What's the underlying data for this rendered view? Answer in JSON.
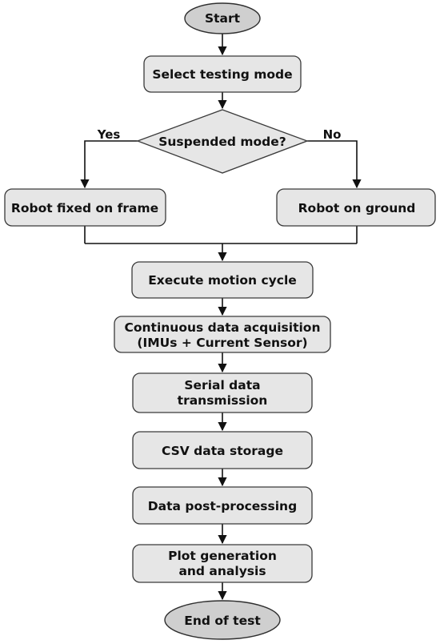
{
  "nodes": {
    "start": "Start",
    "select_mode": "Select testing mode",
    "decision": "Suspended mode?",
    "yes_branch": "Robot fixed on frame",
    "no_branch": "Robot on ground",
    "execute": "Execute motion cycle",
    "acquisition": [
      "Continuous data acquisition",
      "(IMUs + Current Sensor)"
    ],
    "transmission": [
      "Serial data",
      "transmission"
    ],
    "storage": "CSV data storage",
    "postprocessing": "Data post-processing",
    "plot": [
      "Plot generation",
      "and analysis"
    ],
    "end": "End of test"
  },
  "edge_labels": {
    "yes": "Yes",
    "no": "No"
  }
}
